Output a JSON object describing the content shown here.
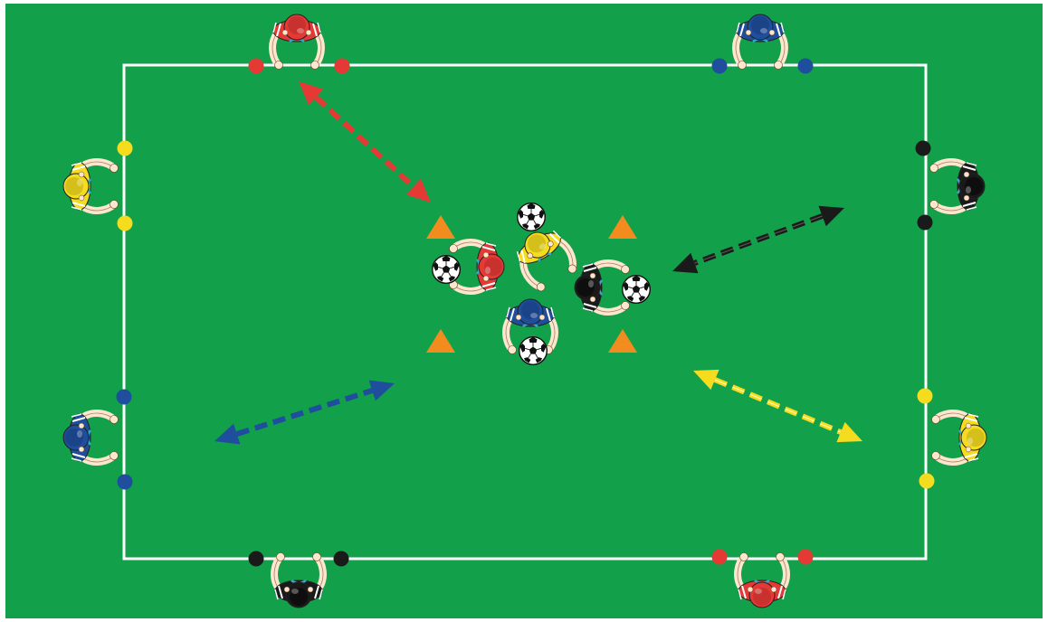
{
  "colors": {
    "background": "#ffffff",
    "field": "#12a14a",
    "lines": "#ffffff",
    "cone": "#f28c1e",
    "red_team": "#e53935",
    "blue_team": "#1f4e9c",
    "yellow_team": "#f5dc1f",
    "black_team": "#1a1a1a",
    "skin": "#fde6cf",
    "ball_white": "#ffffff",
    "ball_black": "#111111"
  },
  "icons": {
    "player": "player-topdown-icon",
    "cone": "cone-icon",
    "ball": "soccer-ball-icon",
    "marker": "disc-marker-icon",
    "arrow": "double-headed-dashed-arrow-icon"
  },
  "teams": [
    "red",
    "blue",
    "yellow",
    "black"
  ],
  "perimeter_players": [
    {
      "team": "red",
      "side": "top"
    },
    {
      "team": "blue",
      "side": "top"
    },
    {
      "team": "yellow",
      "side": "left"
    },
    {
      "team": "blue",
      "side": "left"
    },
    {
      "team": "black",
      "side": "right"
    },
    {
      "team": "yellow",
      "side": "right"
    },
    {
      "team": "black",
      "side": "bottom"
    },
    {
      "team": "red",
      "side": "bottom"
    }
  ],
  "center_players": [
    "red",
    "yellow",
    "black",
    "blue"
  ],
  "cone_count": 4,
  "ball_count": 4,
  "arrows": [
    "red",
    "black",
    "blue",
    "yellow"
  ]
}
